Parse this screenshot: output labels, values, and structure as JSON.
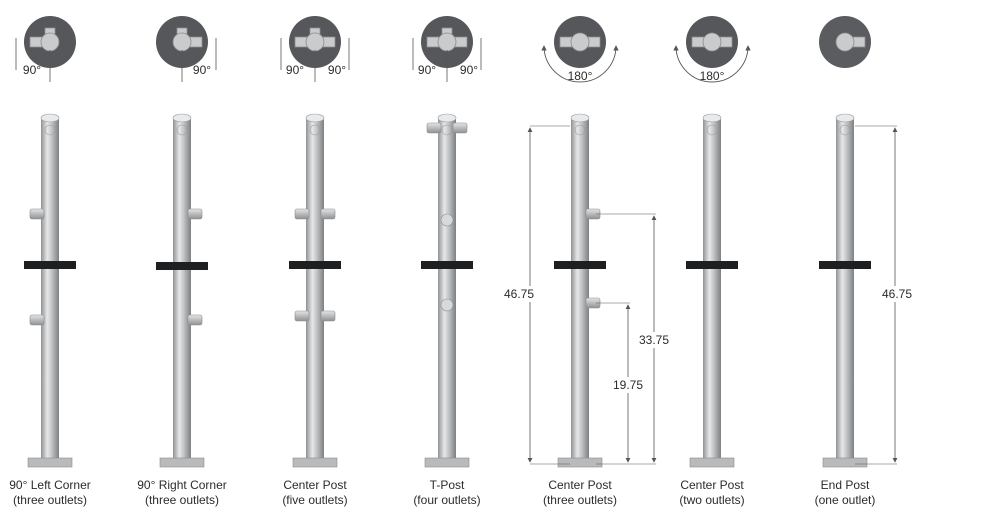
{
  "colors": {
    "top_circle": "#55575a",
    "top_circle_light": "#6b6d70",
    "fitting": "#c9cbcd",
    "fitting_stroke": "#8a8c8e",
    "post_mid": "#d3d5d7",
    "post_edge": "#8f9294",
    "plate": "#1d1f21",
    "dim_line": "#555555",
    "text": "#2b2b2b"
  },
  "posts": [
    {
      "caption_line1": "90° Left Corner",
      "caption_line2": "(three outlets)",
      "angles": [
        "90°"
      ]
    },
    {
      "caption_line1": "90° Right Corner",
      "caption_line2": "(three outlets)",
      "angles": [
        "90°"
      ]
    },
    {
      "caption_line1": "Center Post",
      "caption_line2": "(five outlets)",
      "angles": [
        "90°",
        "90°"
      ]
    },
    {
      "caption_line1": "T-Post",
      "caption_line2": "(four outlets)",
      "angles": [
        "90°",
        "90°"
      ]
    },
    {
      "caption_line1": "Center Post",
      "caption_line2": "(three outlets)",
      "angles": [
        "180°"
      ]
    },
    {
      "caption_line1": "Center Post",
      "caption_line2": "(two outlets)",
      "angles": [
        "180°"
      ]
    },
    {
      "caption_line1": "End Post",
      "caption_line2": "(one outlet)",
      "angles": []
    }
  ],
  "dimensions": {
    "center_three_total": "46.75",
    "center_three_upper": "33.75",
    "center_three_lower": "19.75",
    "end_post_total": "46.75"
  }
}
